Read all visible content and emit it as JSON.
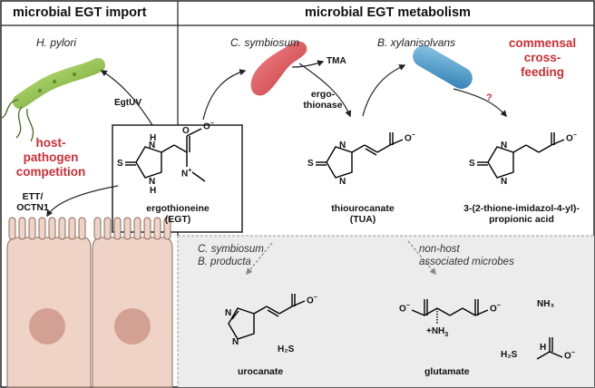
{
  "headers": {
    "left": "microbial EGT import",
    "right": "microbial EGT metabolism"
  },
  "organisms": {
    "h_pylori": "H. pylori",
    "c_symbiosum": "C. symbiosum",
    "b_xylanisolvans": "B. xylanisolvans"
  },
  "left_panel": {
    "transporter_microbe": "EgtUV",
    "competition": [
      "host-",
      "pathogen",
      "competition"
    ],
    "transporter_host": [
      "ETT/",
      "OCTN1"
    ]
  },
  "top_right": {
    "tma": "TMA",
    "enzyme": [
      "ergo-",
      "thionase"
    ],
    "cross_feeding": [
      "commensal",
      "cross-",
      "feeding"
    ],
    "question": "?"
  },
  "compounds": {
    "egt": [
      "ergothioneine",
      "(EGT)"
    ],
    "tua": [
      "thiourocanate",
      "(TUA)"
    ],
    "propionic": [
      "3-(2-thione-imidazol-4-yl)-",
      "propionic acid"
    ],
    "urocanate": "urocanate",
    "glutamate": "glutamate"
  },
  "bottom_panel": {
    "left_microbes": [
      "C. symbiosum",
      "B. producta"
    ],
    "right_microbes": [
      "non-host",
      "associated microbes"
    ],
    "h2s": "H₂S",
    "nh3": "NH₃"
  },
  "colors": {
    "accent_red": "#cc2e34",
    "bottom_panel_bg": "#ececec",
    "host_cell": "#efd3c6",
    "host_nucleus": "#d2a193",
    "h_pylori": "#8bc34a",
    "c_symbiosum": "#e05a5f",
    "b_xylanisolvans": "#4a98c8"
  }
}
